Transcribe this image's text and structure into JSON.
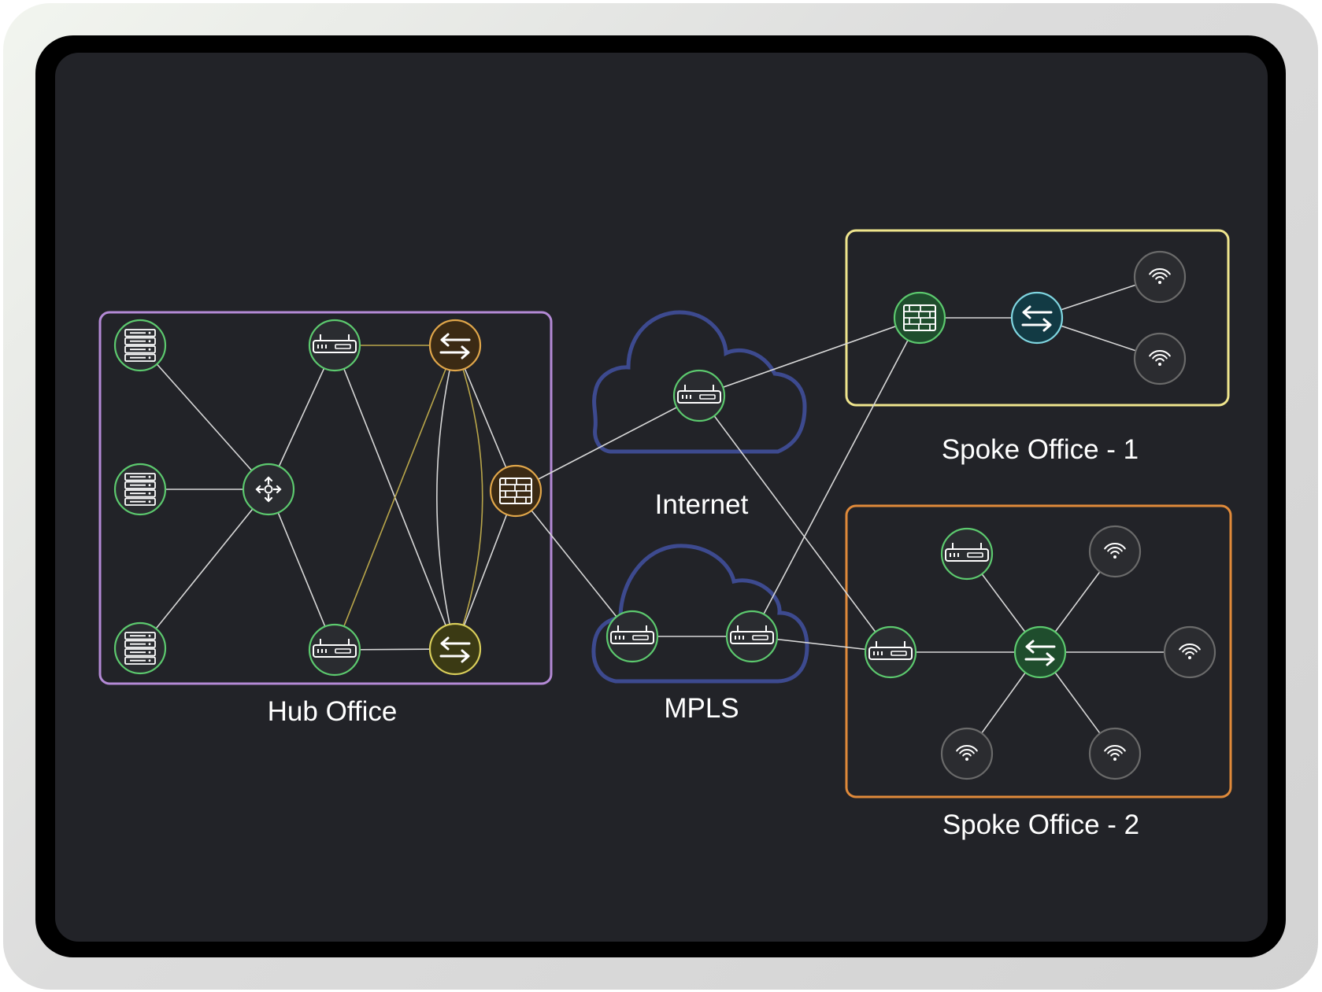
{
  "colors": {
    "screen_bg": "#222328",
    "node_fill": "#2a2c30",
    "node_ring": "#5cc96e",
    "hub_box": "#b48ad6",
    "spoke1_box": "#efe58d",
    "spoke2_box": "#e08a3a",
    "cloud": "#3d4a8f",
    "link": "#d7d7d7",
    "link_yellow": "#b9a64a",
    "wifi_ring": "#6a6a6a"
  },
  "labels": {
    "hub": "Hub Office",
    "internet": "Internet",
    "mpls": "MPLS",
    "spoke1": "Spoke Office - 1",
    "spoke2": "Spoke Office - 2"
  },
  "nodes": [
    {
      "id": "hub-server-1",
      "type": "server",
      "group": "hub"
    },
    {
      "id": "hub-server-2",
      "type": "server",
      "group": "hub"
    },
    {
      "id": "hub-server-3",
      "type": "server",
      "group": "hub"
    },
    {
      "id": "hub-core",
      "type": "core-switch",
      "group": "hub"
    },
    {
      "id": "hub-router-top",
      "type": "router",
      "group": "hub"
    },
    {
      "id": "hub-router-bottom",
      "type": "router",
      "group": "hub"
    },
    {
      "id": "hub-switch-top",
      "type": "switch",
      "group": "hub",
      "variant": "brown"
    },
    {
      "id": "hub-switch-bottom",
      "type": "switch",
      "group": "hub",
      "variant": "olive"
    },
    {
      "id": "hub-firewall",
      "type": "firewall",
      "group": "hub",
      "variant": "brown"
    },
    {
      "id": "internet-router",
      "type": "router",
      "group": "internet"
    },
    {
      "id": "mpls-router-left",
      "type": "router",
      "group": "mpls"
    },
    {
      "id": "mpls-router-right",
      "type": "router",
      "group": "mpls"
    },
    {
      "id": "spoke1-firewall",
      "type": "firewall",
      "group": "spoke1",
      "variant": "green"
    },
    {
      "id": "spoke1-switch",
      "type": "switch",
      "group": "spoke1",
      "variant": "teal"
    },
    {
      "id": "spoke1-wifi-1",
      "type": "wifi",
      "group": "spoke1"
    },
    {
      "id": "spoke1-wifi-2",
      "type": "wifi",
      "group": "spoke1"
    },
    {
      "id": "spoke2-router-top",
      "type": "router",
      "group": "spoke2"
    },
    {
      "id": "spoke2-router-left",
      "type": "router",
      "group": "spoke2"
    },
    {
      "id": "spoke2-switch",
      "type": "switch",
      "group": "spoke2",
      "variant": "green"
    },
    {
      "id": "spoke2-wifi-1",
      "type": "wifi",
      "group": "spoke2"
    },
    {
      "id": "spoke2-wifi-2",
      "type": "wifi",
      "group": "spoke2"
    },
    {
      "id": "spoke2-wifi-3",
      "type": "wifi",
      "group": "spoke2"
    },
    {
      "id": "spoke2-wifi-4",
      "type": "wifi",
      "group": "spoke2"
    }
  ],
  "links": [
    {
      "from": "hub-server-1",
      "to": "hub-core"
    },
    {
      "from": "hub-server-2",
      "to": "hub-core"
    },
    {
      "from": "hub-server-3",
      "to": "hub-core"
    },
    {
      "from": "hub-core",
      "to": "hub-router-top"
    },
    {
      "from": "hub-core",
      "to": "hub-router-bottom"
    },
    {
      "from": "hub-router-top",
      "to": "hub-switch-top",
      "color": "yellow"
    },
    {
      "from": "hub-router-top",
      "to": "hub-switch-bottom"
    },
    {
      "from": "hub-router-bottom",
      "to": "hub-switch-bottom"
    },
    {
      "from": "hub-router-bottom",
      "to": "hub-switch-top",
      "color": "yellow"
    },
    {
      "from": "hub-switch-top",
      "to": "hub-switch-bottom",
      "color": "yellow",
      "curve": -0.18
    },
    {
      "from": "hub-switch-top",
      "to": "hub-switch-bottom",
      "curve": 0.12
    },
    {
      "from": "hub-switch-top",
      "to": "hub-firewall"
    },
    {
      "from": "hub-switch-bottom",
      "to": "hub-firewall"
    },
    {
      "from": "hub-firewall",
      "to": "internet-router"
    },
    {
      "from": "hub-firewall",
      "to": "mpls-router-left"
    },
    {
      "from": "internet-router",
      "to": "spoke1-firewall"
    },
    {
      "from": "internet-router",
      "to": "spoke2-router-left"
    },
    {
      "from": "mpls-router-left",
      "to": "mpls-router-right"
    },
    {
      "from": "mpls-router-right",
      "to": "spoke1-firewall"
    },
    {
      "from": "mpls-router-right",
      "to": "spoke2-router-left"
    },
    {
      "from": "spoke1-firewall",
      "to": "spoke1-switch"
    },
    {
      "from": "spoke1-switch",
      "to": "spoke1-wifi-1"
    },
    {
      "from": "spoke1-switch",
      "to": "spoke1-wifi-2"
    },
    {
      "from": "spoke2-router-left",
      "to": "spoke2-switch"
    },
    {
      "from": "spoke2-router-top",
      "to": "spoke2-switch"
    },
    {
      "from": "spoke2-switch",
      "to": "spoke2-wifi-1"
    },
    {
      "from": "spoke2-switch",
      "to": "spoke2-wifi-2"
    },
    {
      "from": "spoke2-switch",
      "to": "spoke2-wifi-3"
    },
    {
      "from": "spoke2-switch",
      "to": "spoke2-wifi-4"
    }
  ]
}
